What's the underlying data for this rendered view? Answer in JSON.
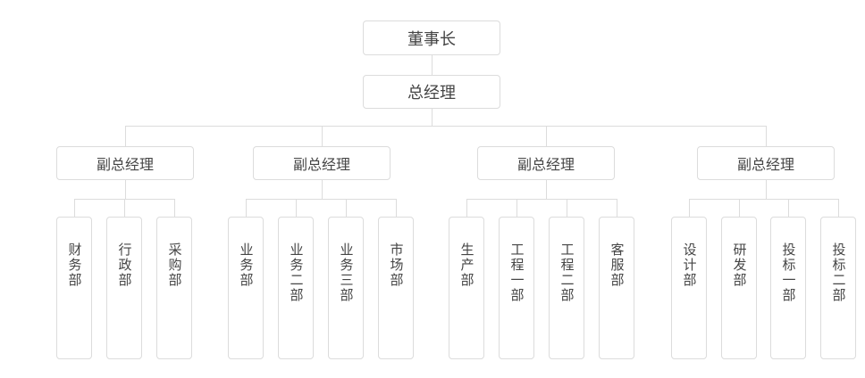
{
  "org_chart": {
    "chairman": {
      "label": "董事长"
    },
    "general_manager": {
      "label": "总经理"
    },
    "deputies": [
      {
        "label": "副总经理",
        "departments": [
          {
            "label": "财务部"
          },
          {
            "label": "行政部"
          },
          {
            "label": "采购部"
          }
        ]
      },
      {
        "label": "副总经理",
        "departments": [
          {
            "label": "业务部"
          },
          {
            "label": "业务二部"
          },
          {
            "label": "业务三部"
          },
          {
            "label": "市场部"
          }
        ]
      },
      {
        "label": "副总经理",
        "departments": [
          {
            "label": "生产部"
          },
          {
            "label": "工程一部"
          },
          {
            "label": "工程二部"
          },
          {
            "label": "客服部"
          }
        ]
      },
      {
        "label": "副总经理",
        "departments": [
          {
            "label": "设计部"
          },
          {
            "label": "研发部"
          },
          {
            "label": "投标一部"
          },
          {
            "label": "投标二部"
          }
        ]
      }
    ],
    "colors": {
      "background": "#ffffff",
      "node_border": "#dcdcdc",
      "connector_line": "#dcdcdc",
      "text": "#454545"
    }
  }
}
